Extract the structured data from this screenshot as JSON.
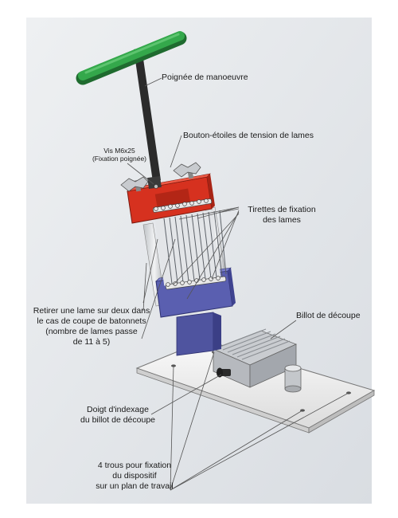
{
  "labels": {
    "handle": "Poignée de manoeuvre",
    "screw_line1": "Vis M6x25",
    "screw_line2": "(Fixation  poignée)",
    "tension_knobs": "Bouton-étoiles de tension de lames",
    "pull_tabs_line1": "Tirettes de fixation",
    "pull_tabs_line2": "des lames",
    "remove_line1": "Retirer une lame sur deux dans",
    "remove_line2": "le cas de coupe de batonnets",
    "remove_line3": "(nombre de lames passe",
    "remove_line4": "de 11 à 5)",
    "cutting_block": "Billot de découpe",
    "index_pin_line1": "Doigt d'indexage",
    "index_pin_line2": "du billot de découpe",
    "holes_line1": "4 trous pour fixation",
    "holes_line2": "du dispositif",
    "holes_line3": "sur un plan de travail"
  },
  "colors": {
    "background": "#ffffff",
    "backdrop": "#e3e6ea",
    "handle_grip": "#2f9a45",
    "shaft": "#2b2b2b",
    "top_block": "#d6311f",
    "bottom_block": "#5a5fb0",
    "blades": "#9aa0a6",
    "base_plate": "#f3f3f3",
    "cutting_block": "#cfd2d5",
    "leader_lines": "#555555"
  }
}
